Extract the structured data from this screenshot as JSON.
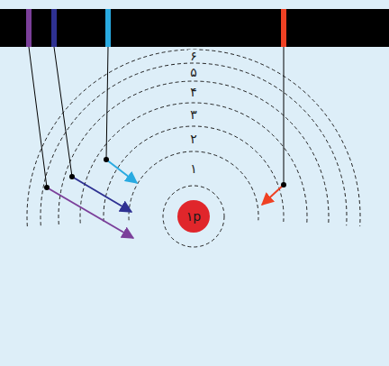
{
  "diagram": {
    "nodes": [
      {
        "text": [
          "۱p"
        ]
      }
    ],
    "labels": [
      "۱",
      "۲",
      "۳",
      "۴",
      "۵",
      "۶"
    ]
  }
}
